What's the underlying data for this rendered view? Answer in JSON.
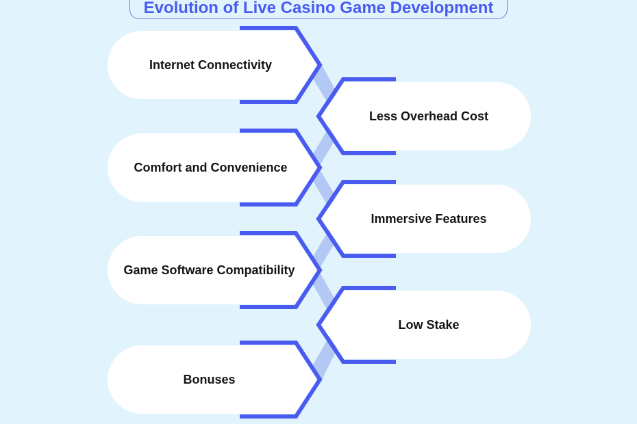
{
  "title": "Evolution of Live Casino Game Development",
  "left_items": [
    "Internet Connectivity",
    "Comfort and Convenience",
    "Game Software Compatibility",
    "Bonuses"
  ],
  "right_items": [
    "Less Overhead Cost",
    "Immersive Features",
    "Low Stake"
  ],
  "colors": {
    "background": "#e1f3fd",
    "accent": "#4a5cf0",
    "connector": "#b4c8f5",
    "card": "#ffffff"
  }
}
